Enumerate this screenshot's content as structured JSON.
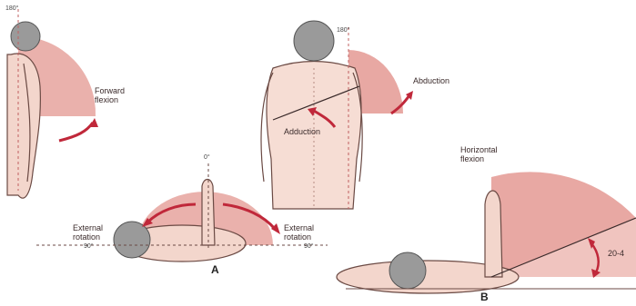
{
  "labels": {
    "forward_flexion": "Forward\nflexion",
    "abduction": "Abduction",
    "adduction": "Adduction",
    "external_rotation": "External\nrotation",
    "internal_rotation": "External\nrotation",
    "horizontal_flexion": "Horizontal\nflexion",
    "angle_partial": "20-4",
    "deg_top_left": "180°",
    "deg_back": "180°",
    "deg_top_small": "0°",
    "deg_left_low": "90°",
    "deg_right_low": "90°",
    "panel_a": "A",
    "panel_b": "B"
  },
  "colors": {
    "fill_pink": "#e8a8a3",
    "fill_dark_pink": "#d97a72",
    "arrow_red": "#c0283a",
    "skin": "#f3d6cc",
    "outline": "#6b4a44",
    "hair": "#8c8c8c"
  }
}
